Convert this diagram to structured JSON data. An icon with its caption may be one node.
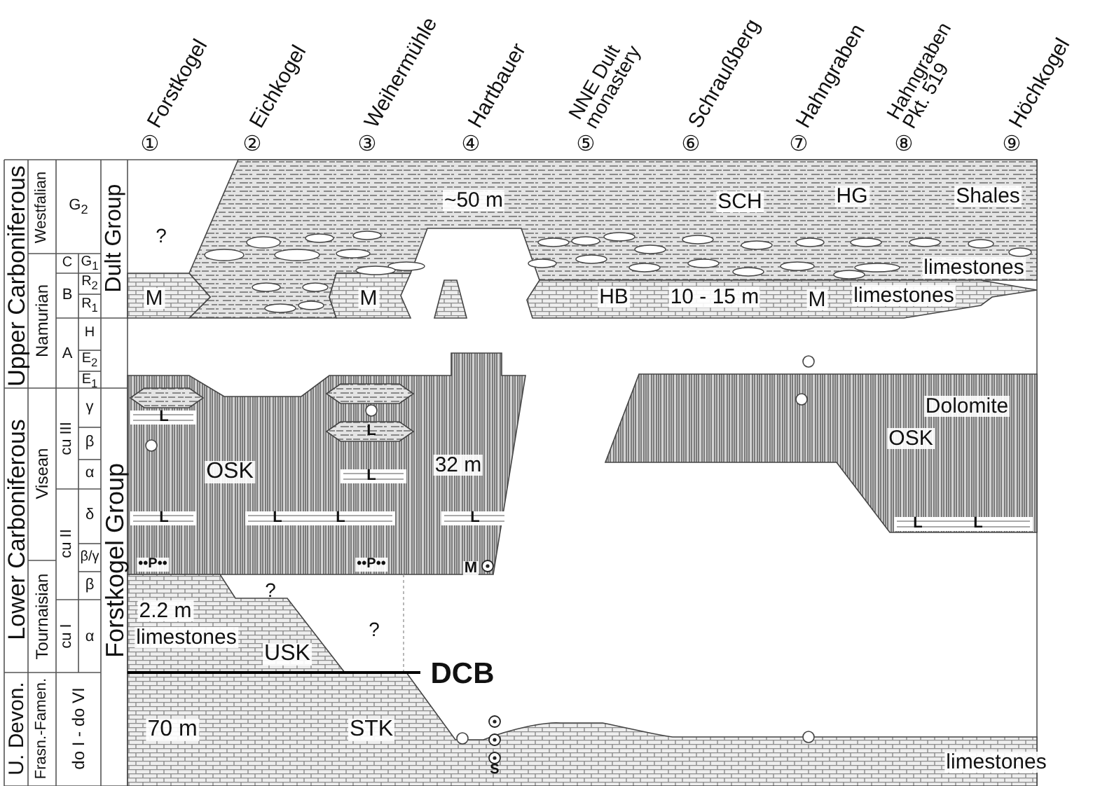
{
  "diagram": {
    "labels": [
      "①",
      "Forstkogel",
      "②",
      "Eichkogel",
      "③",
      "Weihermühle",
      "④",
      "Hartbauer",
      "⑤",
      "NNE Dult monastery",
      "⑥",
      "Schraußberg",
      "⑦",
      "Hahngraben",
      "⑧",
      "Hahngraben Pkt. 519",
      "⑨",
      "Höchkogel",
      "Upper Carboniferous",
      "Westfalian",
      "G$_{2}$",
      "~50 m",
      "SCH",
      "HG",
      "Shales",
      "?",
      "Dult Group",
      "Namurian",
      "C",
      "G$_{1}$",
      "limestones",
      "B",
      "R$_{2}$",
      "R$_{1}$",
      "M",
      "M",
      "HB",
      "10 - 15 m",
      "M",
      "limestones",
      "A",
      "H",
      "E$_{2}$",
      "E$_{1}$",
      "Lower Carboniferous",
      "Visean",
      "cu III",
      "γ",
      "Dolomite",
      "L",
      "L",
      "β",
      "OSK",
      "L",
      "32 m",
      "OSK",
      "α",
      "cu II",
      "δ",
      "L",
      "L",
      "L",
      "L",
      "L",
      "L",
      "β/γ",
      "••P••",
      "••P••",
      "M",
      "Forstkogel Group",
      "Tournaisian",
      "β",
      "?",
      "cu I",
      "α",
      "2.2 m",
      "?",
      "limestones",
      "USK",
      "U. Devon.",
      "Frasn.-Famen.",
      "do I - do VI",
      "DCB",
      "70 m",
      "STK",
      "S",
      "limestones"
    ]
  }
}
